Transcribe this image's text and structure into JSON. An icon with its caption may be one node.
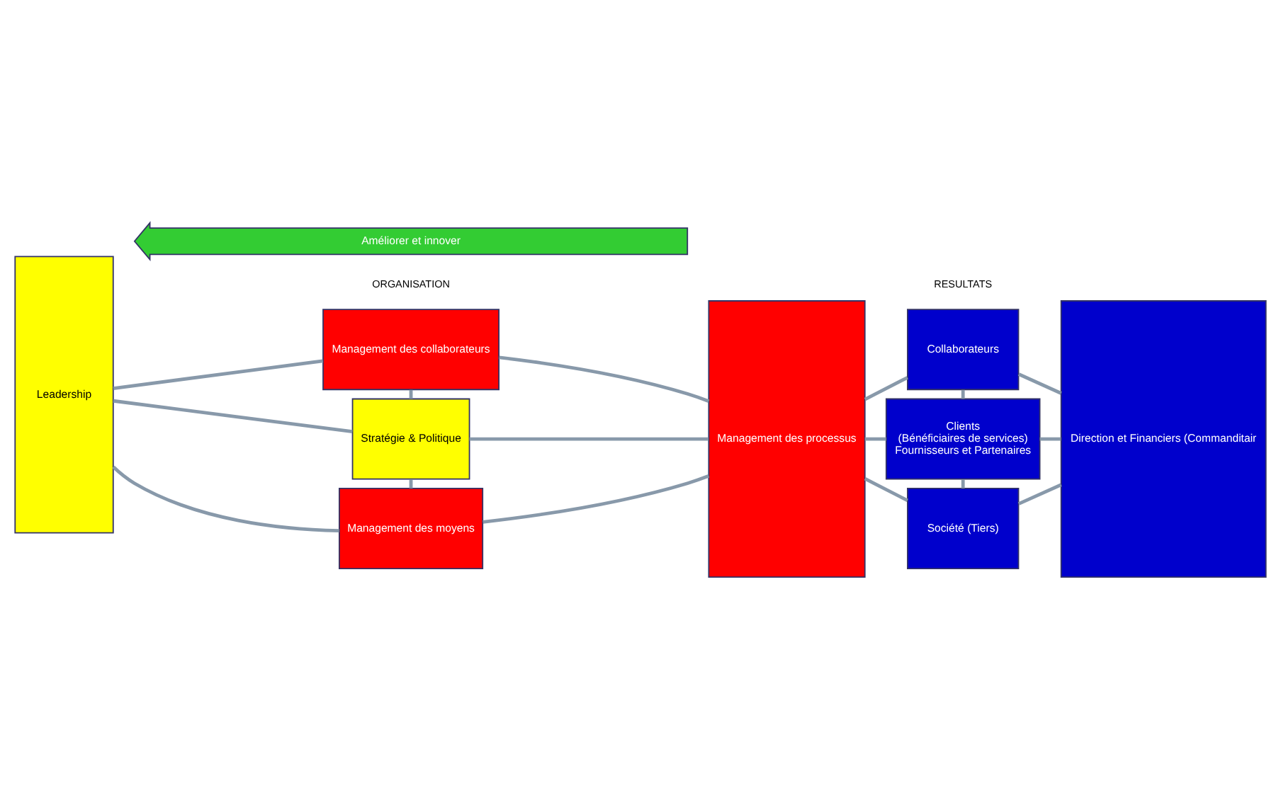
{
  "diagram": {
    "nodes": [
      {
        "text": [
          "Leadership"
        ]
      },
      {
        "text": [
          "Management des collaborateurs"
        ]
      },
      {
        "text": [
          "Stratégie & Politique"
        ]
      },
      {
        "text": [
          "Management des moyens"
        ]
      },
      {
        "text": [
          "Management des processus"
        ]
      },
      {
        "text": [
          "Collaborateurs"
        ]
      },
      {
        "text": [
          "Clients",
          "(Bénéficiaires de services)",
          "Fournisseurs et Partenaires"
        ]
      },
      {
        "text": [
          "Société (Tiers)"
        ]
      },
      {
        "text": [
          "Direction et Financiers (Commanditair"
        ]
      },
      {
        "text": [
          "Améliorer et innover"
        ]
      }
    ],
    "edges": [
      {
        "from": 0,
        "to": 1,
        "arrow": "none"
      },
      {
        "from": 0,
        "to": 2,
        "arrow": "none"
      },
      {
        "from": 0,
        "to": 3,
        "arrow": "none"
      },
      {
        "from": 1,
        "to": 2,
        "arrow": "none"
      },
      {
        "from": 2,
        "to": 3,
        "arrow": "none"
      },
      {
        "from": 1,
        "to": 4,
        "arrow": "none"
      },
      {
        "from": 2,
        "to": 4,
        "arrow": "none"
      },
      {
        "from": 3,
        "to": 4,
        "arrow": "none"
      },
      {
        "from": 4,
        "to": 5,
        "arrow": "none"
      },
      {
        "from": 4,
        "to": 6,
        "arrow": "none"
      },
      {
        "from": 4,
        "to": 7,
        "arrow": "none"
      },
      {
        "from": 5,
        "to": 6,
        "arrow": "none"
      },
      {
        "from": 6,
        "to": 7,
        "arrow": "none"
      },
      {
        "from": 5,
        "to": 8,
        "arrow": "none"
      },
      {
        "from": 6,
        "to": 8,
        "arrow": "none"
      },
      {
        "from": 7,
        "to": 8,
        "arrow": "none"
      }
    ],
    "labels": [
      "ORGANISATION",
      "RESULTATS"
    ]
  }
}
